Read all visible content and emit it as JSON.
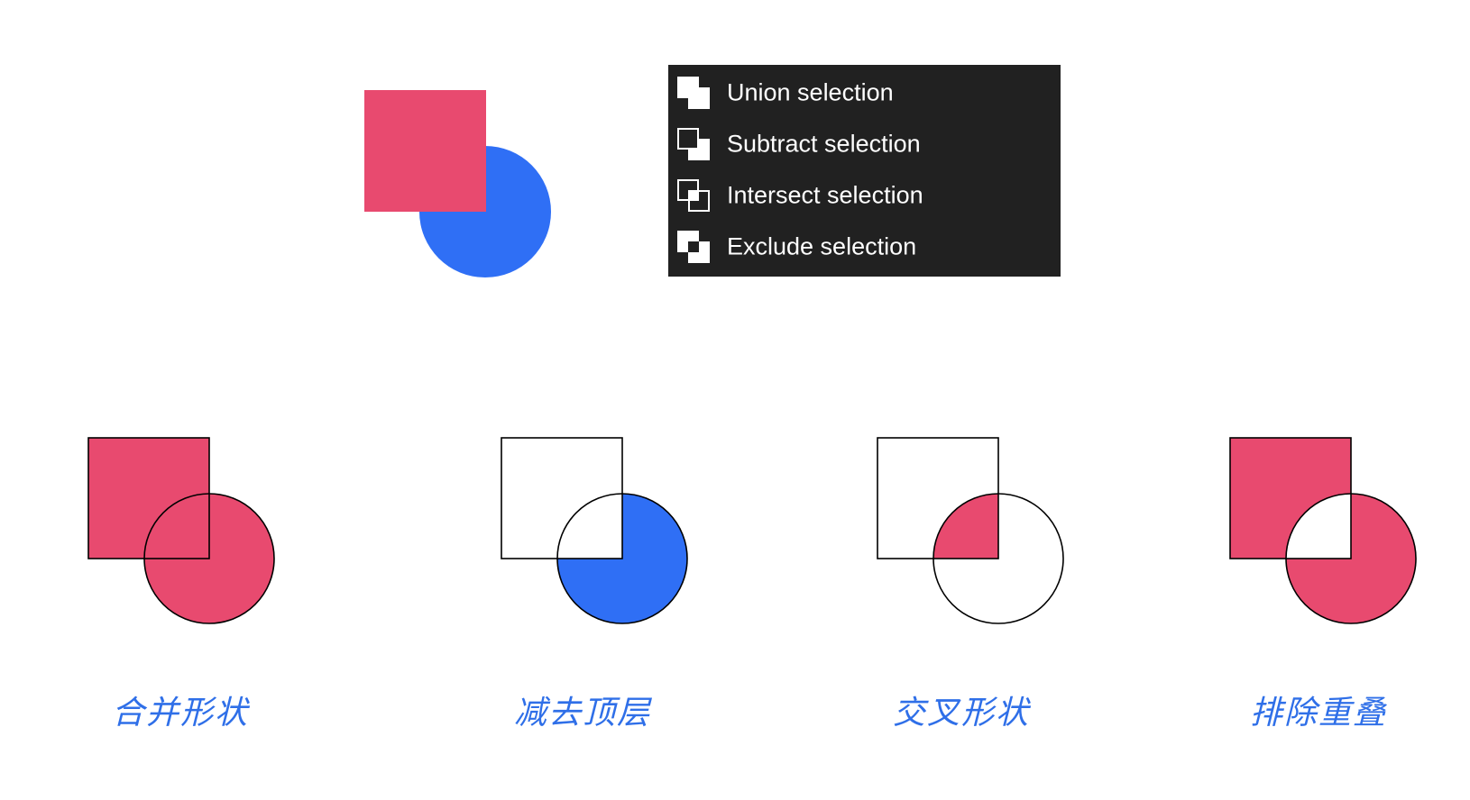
{
  "colors": {
    "pink": "#e84a6f",
    "blue": "#2f6ff5",
    "menu_background": "#212121",
    "caption_blue": "#2f6fe8",
    "outline": "#000000"
  },
  "menu": {
    "items": [
      {
        "label": "Union selection",
        "icon": "union-icon"
      },
      {
        "label": "Subtract selection",
        "icon": "subtract-icon"
      },
      {
        "label": "Intersect selection",
        "icon": "intersect-icon"
      },
      {
        "label": "Exclude selection",
        "icon": "exclude-icon"
      }
    ]
  },
  "examples": [
    {
      "caption": "合并形状",
      "operation": "union"
    },
    {
      "caption": "减去顶层",
      "operation": "subtract"
    },
    {
      "caption": "交叉形状",
      "operation": "intersect"
    },
    {
      "caption": "排除重叠",
      "operation": "exclude"
    }
  ]
}
